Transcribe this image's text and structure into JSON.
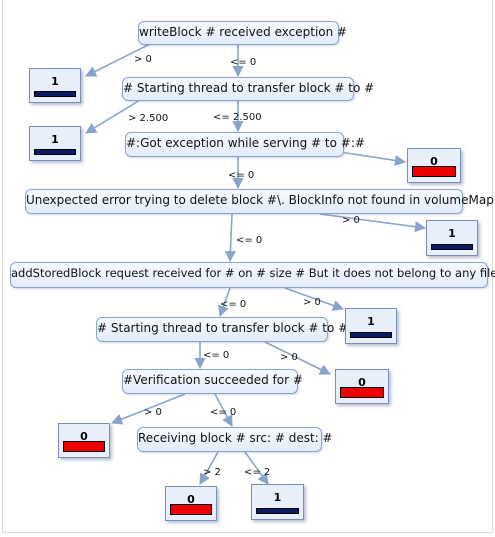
{
  "nodes": {
    "n1": "writeBlock # received exception #",
    "n2": "# Starting thread to transfer block # to #",
    "n3": "#:Got exception while serving # to #:#",
    "n4": "Unexpected error trying to delete block #\\. BlockInfo not found in volumeMap",
    "n5": "addStoredBlock request received for # on # size # But it does not belong to any file\\",
    "n6": "# Starting thread to transfer block # to #",
    "n7": "#Verification succeeded for #",
    "n8": "Receiving block # src: # dest: #"
  },
  "leaves": {
    "l1": "1",
    "l2": "1",
    "l3": "0",
    "l4": "1",
    "l5": "1",
    "l6": "0",
    "l7": "0",
    "l8": "0",
    "l9": "1"
  },
  "leaf_colors": {
    "one": "#0b1a66",
    "zero": "#ee0000"
  },
  "edges": {
    "e1": "> 0",
    "e2": "<= 0",
    "e3": "> 2.500",
    "e4": "<= 2.500",
    "e5": "<= 0",
    "e6": "> 0",
    "e7": "<= 0",
    "e8": "<= 0",
    "e9": "> 0",
    "e10": "<= 0",
    "e11": "> 0",
    "e12": "> 0",
    "e13": "<= 0",
    "e14": "> 2",
    "e15": "<= 2"
  }
}
